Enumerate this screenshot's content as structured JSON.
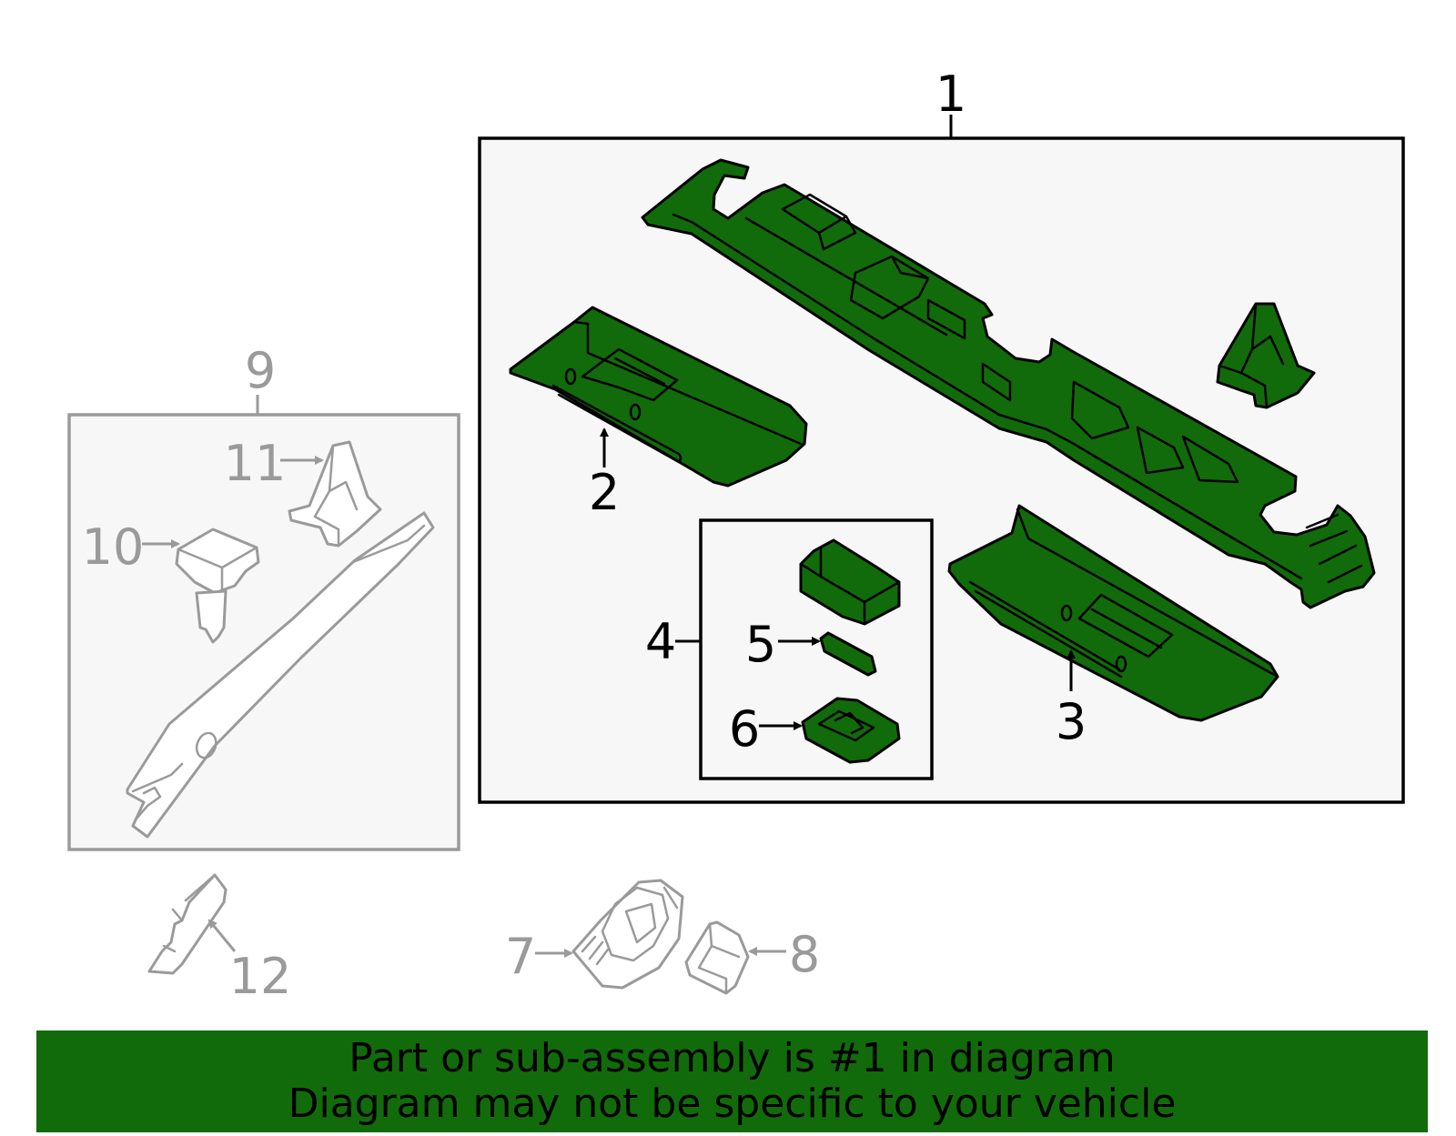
{
  "callouts": {
    "c1": "1",
    "c2": "2",
    "c3": "3",
    "c4": "4",
    "c5": "5",
    "c6": "6",
    "c7": "7",
    "c8": "8",
    "c9": "9",
    "c10": "10",
    "c11": "11",
    "c12": "12"
  },
  "banner": {
    "line1": "Part or sub-assembly is #1 in diagram",
    "line2": "Diagram may not be specific to your vehicle"
  },
  "colors": {
    "highlight_green": "#126b0a",
    "muted_gray": "#9a9a9a",
    "panel_fill": "#f7f7f7"
  }
}
